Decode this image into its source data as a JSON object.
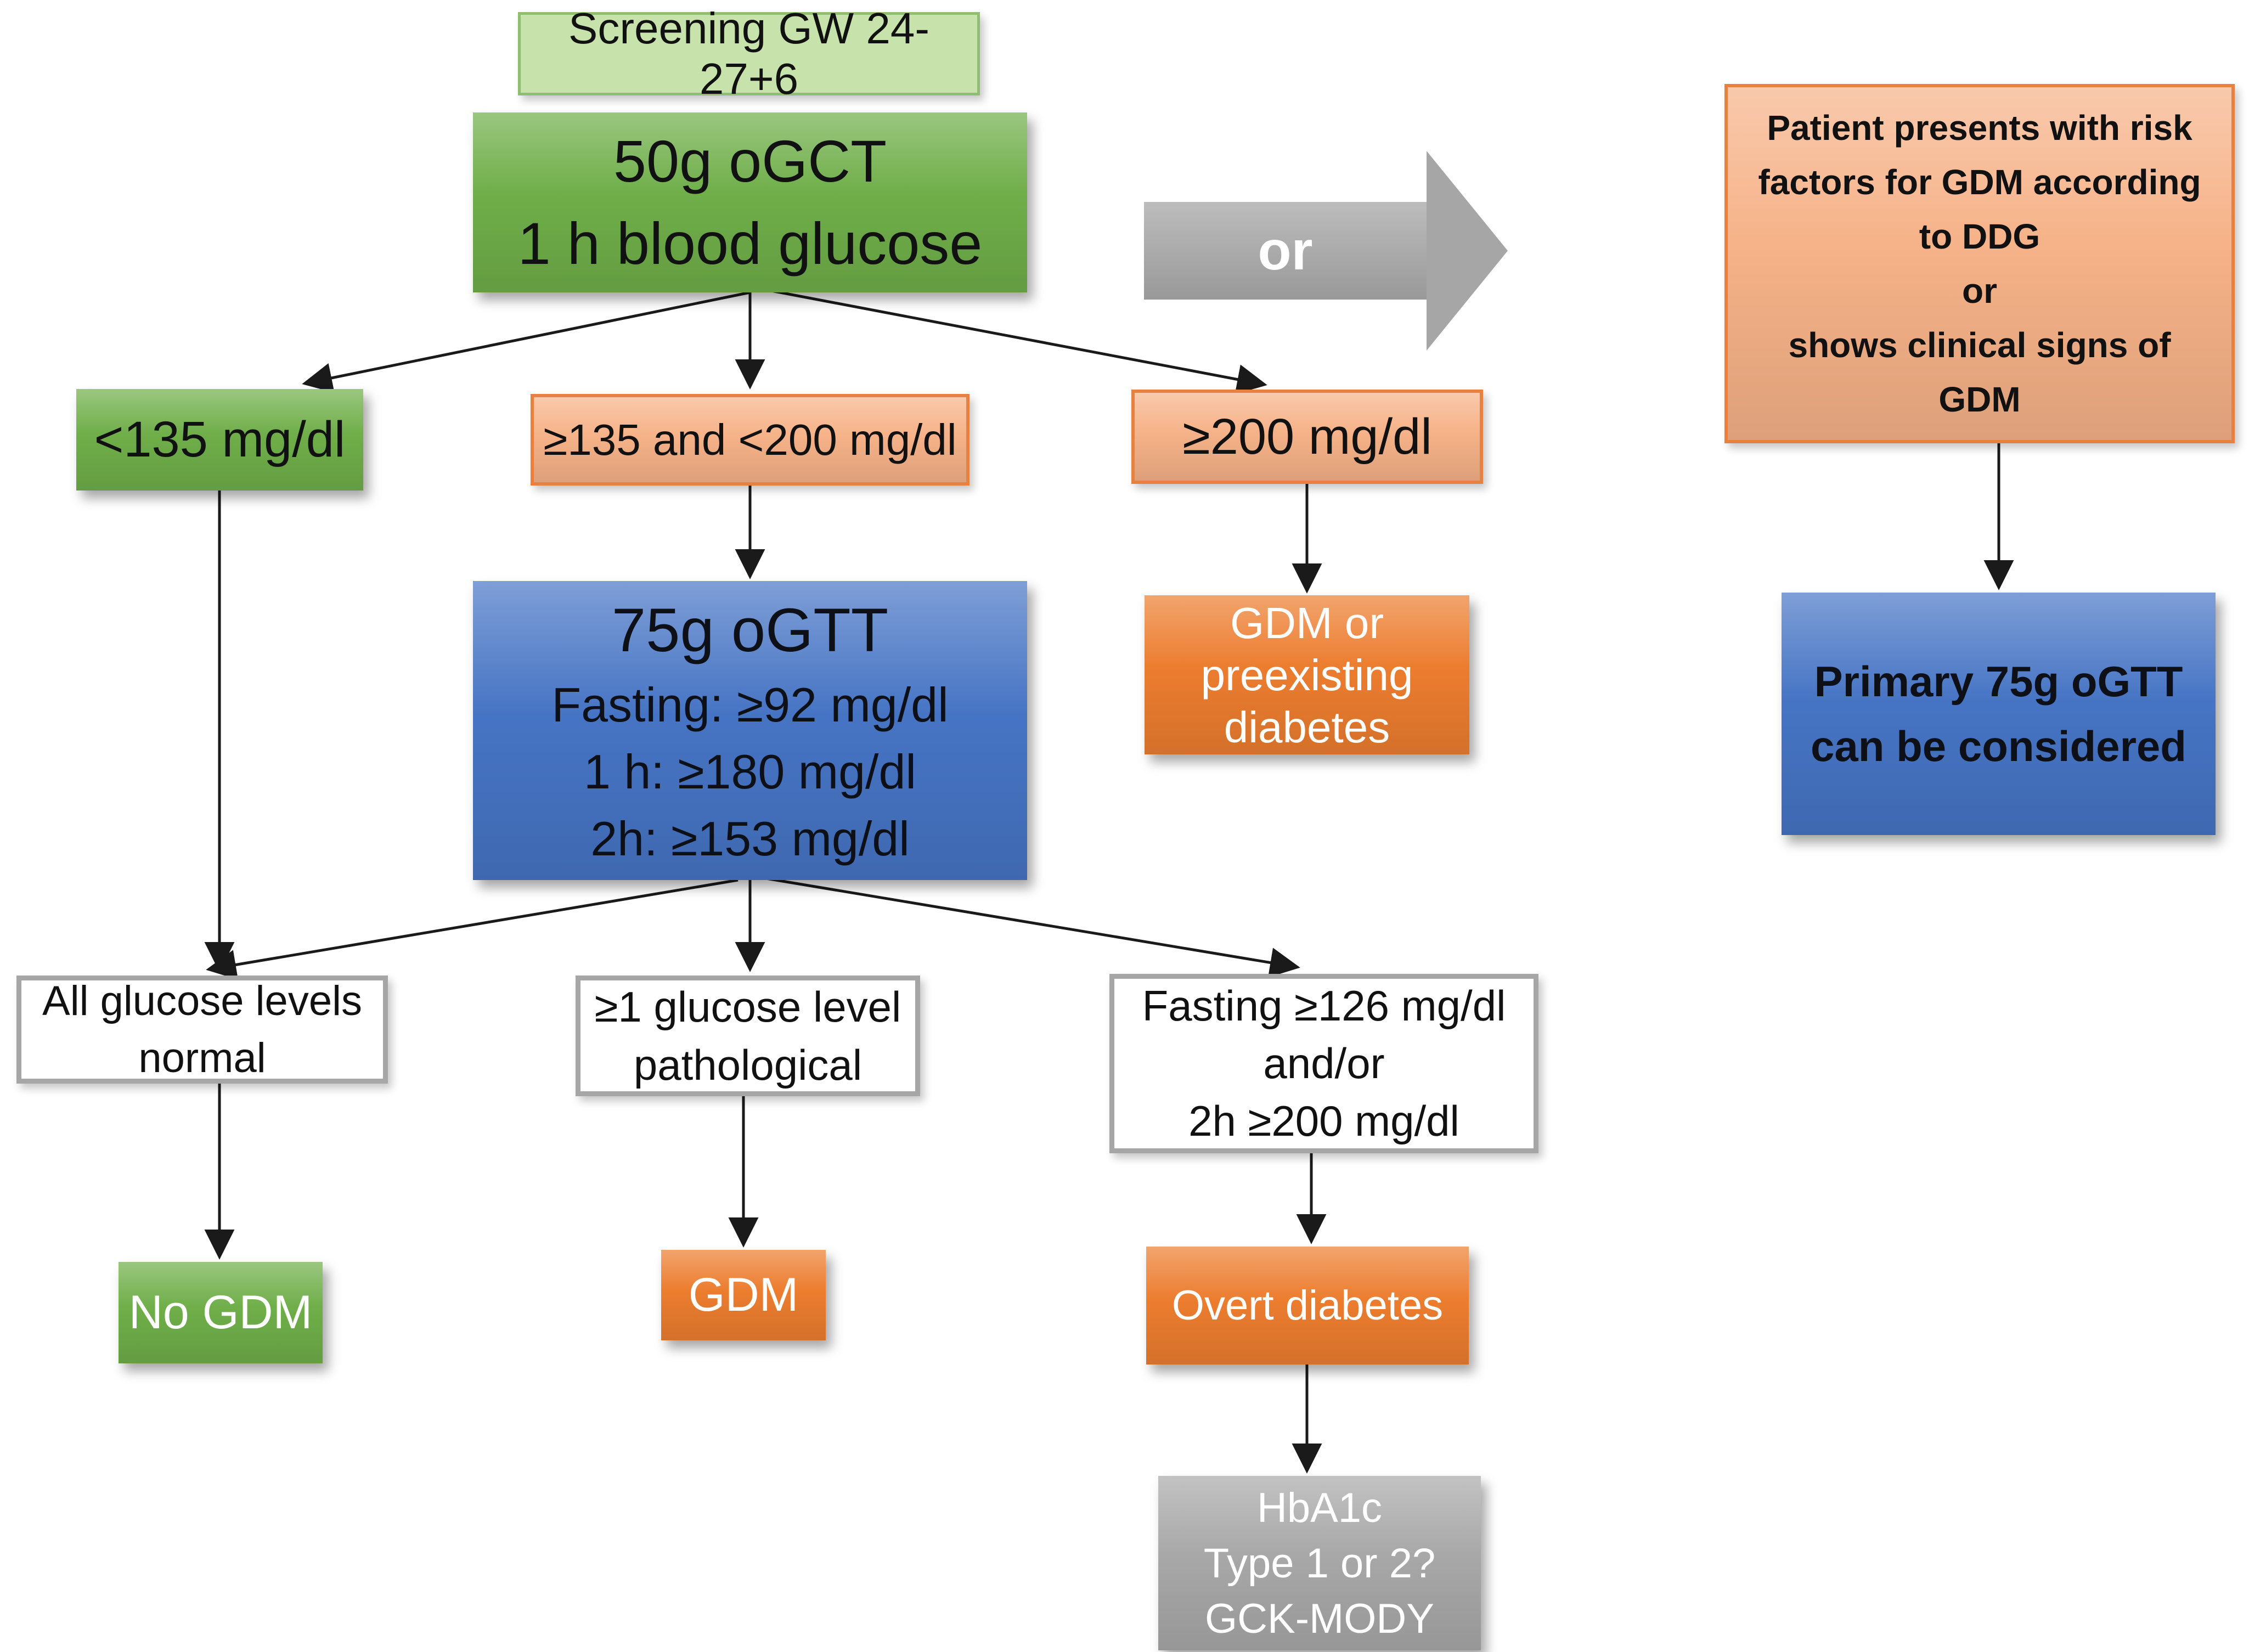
{
  "colors": {
    "light_green": "#c7e3ab",
    "border_green": "#8fbe70",
    "green": "#6fae49",
    "salmon": "#f6b288",
    "border_orange": "#e8803f",
    "orange": "#ec7d2f",
    "blue": "#4674c4",
    "gray": "#a6a6a6",
    "gray_box": "#a8a8a8",
    "line": "#1a1a1a"
  },
  "nodes": {
    "screening": {
      "label": "Screening GW 24-27+6"
    },
    "ogct": {
      "label": "50g oGCT\n1 h blood glucose"
    },
    "or": {
      "label": "or"
    },
    "risk": {
      "label": "Patient presents with risk\nfactors for GDM according\nto DDG\nor\nshows clinical signs of\nGDM"
    },
    "lt135": {
      "label": "<135 mg/dl"
    },
    "range135_200": {
      "label": "≥135 and <200 mg/dl"
    },
    "ge200": {
      "label": "≥200 mg/dl"
    },
    "ogtt": {
      "title": "75g oGTT",
      "lines": "Fasting: ≥92 mg/dl\n1 h: ≥180 mg/dl\n2h: ≥153 mg/dl"
    },
    "gdm_preexisting": {
      "label": "GDM or\npreexisting\ndiabetes"
    },
    "primary_ogtt": {
      "label": "Primary 75g oGTT\ncan be considered"
    },
    "all_normal": {
      "label": "All glucose levels\nnormal"
    },
    "ge1_pathological": {
      "label": "≥1 glucose level\npathological"
    },
    "fasting126": {
      "label": "Fasting ≥126 mg/dl\nand/or\n2h ≥200 mg/dl"
    },
    "no_gdm": {
      "label": "No GDM"
    },
    "gdm": {
      "label": "GDM"
    },
    "overt": {
      "label": "Overt diabetes"
    },
    "hba1c": {
      "label": "HbA1c\nType 1 or 2?\nGCK-MODY"
    }
  }
}
